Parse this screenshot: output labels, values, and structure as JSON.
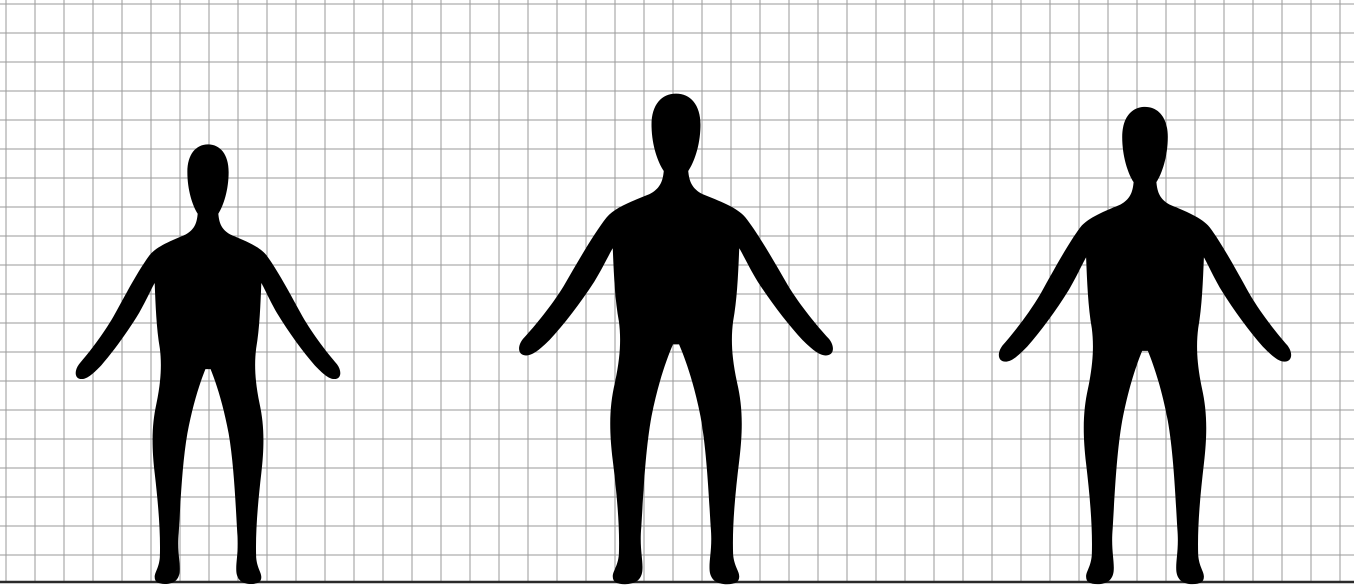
{
  "colors": {
    "background": "#ffffff",
    "grid_line": "#9a9a9a",
    "baseline": "#2a2a2a",
    "silhouette": "#000000"
  },
  "figures": [
    {
      "name": "silhouette-short",
      "shape": "human-body-silhouette"
    },
    {
      "name": "silhouette-tall",
      "shape": "human-body-silhouette"
    },
    {
      "name": "silhouette-medium",
      "shape": "human-body-silhouette"
    }
  ]
}
